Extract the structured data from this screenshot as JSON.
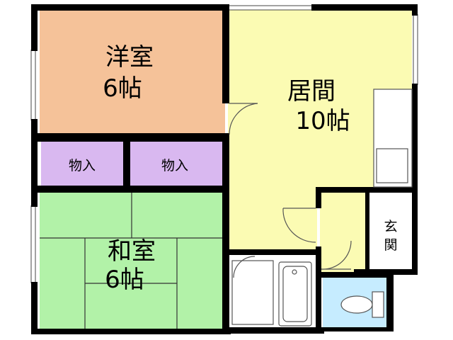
{
  "rooms": {
    "western_room": {
      "name": "洋室",
      "size": "6帖"
    },
    "living_room": {
      "name": "居間",
      "size": "10帖"
    },
    "storage_left": {
      "name": "物入"
    },
    "storage_right": {
      "name": "物入"
    },
    "japanese_room": {
      "name": "和室",
      "size": "6帖"
    },
    "entrance": {
      "name_top": "玄",
      "name_bottom": "関"
    }
  },
  "colors": {
    "western_room": "#f5c299",
    "living_room": "#fbfbb3",
    "storage": "#d9b8f0",
    "japanese_room": "#b2f2a8",
    "toilet": "#c6ecff",
    "wall": "#000000",
    "fixture_line": "#555555"
  },
  "icons": [
    "door-swing-icon",
    "sink-icon",
    "bathtub-icon",
    "shower-pan-icon",
    "toilet-icon"
  ]
}
